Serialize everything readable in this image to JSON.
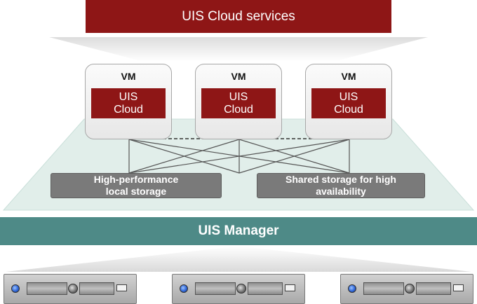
{
  "diagram": {
    "top_banner": "UIS Cloud services",
    "vms": [
      {
        "label": "VM",
        "app": "UIS\nCloud"
      },
      {
        "label": "VM",
        "app": "UIS\nCloud"
      },
      {
        "label": "VM",
        "app": "UIS\nCloud"
      }
    ],
    "storage": [
      {
        "label": "High-performance\nlocal storage"
      },
      {
        "label": "Shared storage for high\navailability"
      }
    ],
    "manager": "UIS Manager",
    "servers": 3
  },
  "colors": {
    "banner_red": "#8e1616",
    "manager_teal": "#4e8a87",
    "storage_gray": "#7a7a7a",
    "platform_tint": "#e1eeea"
  }
}
